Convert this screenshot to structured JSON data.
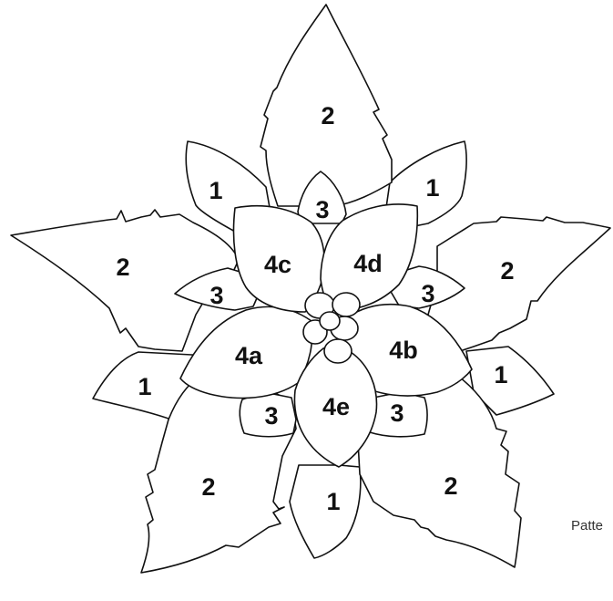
{
  "pattern": {
    "regions": [
      {
        "id": "top-2",
        "label": "2"
      },
      {
        "id": "upper-left-1",
        "label": "1"
      },
      {
        "id": "upper-right-1",
        "label": "1"
      },
      {
        "id": "left-2",
        "label": "2"
      },
      {
        "id": "right-2",
        "label": "2"
      },
      {
        "id": "lower-left-1",
        "label": "1"
      },
      {
        "id": "lower-right-1",
        "label": "1"
      },
      {
        "id": "bottom-left-2",
        "label": "2"
      },
      {
        "id": "bottom-right-2",
        "label": "2"
      },
      {
        "id": "bottom-1",
        "label": "1"
      },
      {
        "id": "top-3",
        "label": "3"
      },
      {
        "id": "left-3",
        "label": "3"
      },
      {
        "id": "right-3",
        "label": "3"
      },
      {
        "id": "lower-left-3",
        "label": "3"
      },
      {
        "id": "lower-right-3",
        "label": "3"
      },
      {
        "id": "petal-4a",
        "label": "4a"
      },
      {
        "id": "petal-4b",
        "label": "4b"
      },
      {
        "id": "petal-4c",
        "label": "4c"
      },
      {
        "id": "petal-4d",
        "label": "4d"
      },
      {
        "id": "petal-4e",
        "label": "4e"
      }
    ],
    "stroke_color": "#111111",
    "fill_color": "#ffffff"
  },
  "footer_note": "Patte"
}
